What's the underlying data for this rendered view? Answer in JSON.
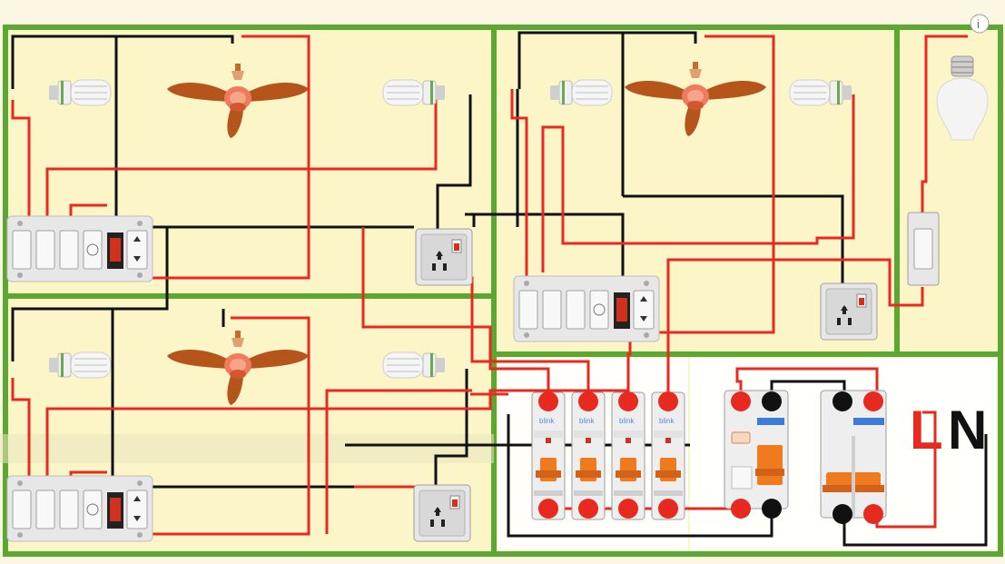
{
  "diagram": {
    "colors": {
      "room_fill": "#fbf5c8",
      "room_border": "#5aa832",
      "phase_wire": "#e8291f",
      "neutral_wire": "#111111",
      "switch_plate": "#e7e7e7",
      "fan_blade": "#b5551b",
      "bulb": "#f4f4f4",
      "breaker_handle": "#f07a1e"
    },
    "icons": {
      "fan": "ceiling-fan-icon",
      "cfl": "cfl-bulb-icon",
      "led": "led-bulb-icon",
      "switchboard": "switchboard-icon",
      "socket": "socket-icon",
      "mcb": "mcb-icon",
      "rccb": "rccb-icon",
      "main_breaker": "double-pole-mcb-icon"
    },
    "mcb_brand_label": "blink",
    "supply_labels": {
      "line": "L",
      "neutral": "N"
    },
    "info_badge": "i"
  }
}
